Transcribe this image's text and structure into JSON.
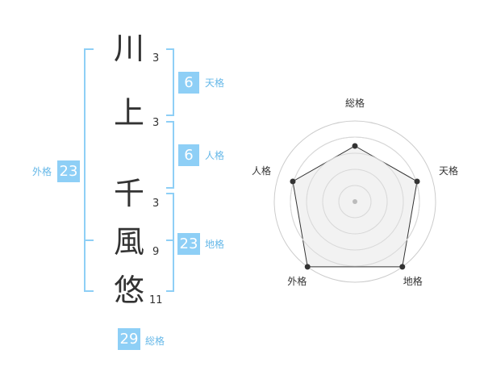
{
  "characters": [
    {
      "char": "川",
      "strokes": "3"
    },
    {
      "char": "上",
      "strokes": "3"
    },
    {
      "char": "千",
      "strokes": "3"
    },
    {
      "char": "風",
      "strokes": "9"
    },
    {
      "char": "悠",
      "strokes": "11"
    }
  ],
  "fortunes": {
    "tenkaku": {
      "value": "6",
      "label": "天格"
    },
    "jinkaku": {
      "value": "6",
      "label": "人格"
    },
    "chikaku": {
      "value": "23",
      "label": "地格"
    },
    "gaikaku": {
      "value": "23",
      "label": "外格"
    },
    "soukaku": {
      "value": "29",
      "label": "総格"
    }
  },
  "chart_data": {
    "type": "radar",
    "axes": [
      "総格",
      "天格",
      "地格",
      "外格",
      "人格"
    ],
    "values": [
      0.69,
      0.81,
      1.0,
      1.0,
      0.81
    ],
    "max": 1.0,
    "grid_rings": 5
  },
  "colors": {
    "accent": "#8ecff6",
    "label": "#66b8e8",
    "text": "#333333",
    "grid": "#cccccc",
    "fill": "#f0f0f0"
  }
}
